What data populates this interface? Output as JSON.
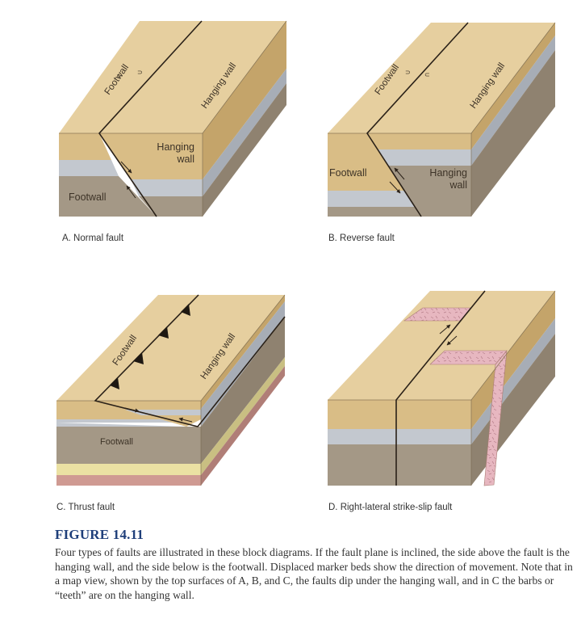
{
  "figure": {
    "title": "FIGURE 14.11",
    "caption": "Four types of faults are illustrated in these block diagrams. If the fault plane is inclined, the side above the fault is the hanging wall, and the side below is the footwall. Displaced marker beds show the direction of movement. Note that in a map view, shown by the top surfaces of A, B, and C, the faults dip under the hanging wall, and in C the barbs or “teeth” are on the hanging wall."
  },
  "panels": [
    {
      "id": "A",
      "caption": "A. Normal fault",
      "labels": {
        "top_left": "Footwall",
        "top_right": "Hanging wall",
        "front_right_1": "Hanging",
        "front_right_2": "wall",
        "front_left": "Footwall"
      }
    },
    {
      "id": "B",
      "caption": "B. Reverse fault",
      "labels": {
        "top_left": "Footwall",
        "top_right": "Hanging wall",
        "front_left": "Footwall",
        "front_right_1": "Hanging",
        "front_right_2": "wall"
      }
    },
    {
      "id": "C",
      "caption": "C. Thrust fault",
      "labels": {
        "top_left": "Footwall",
        "top_right": "Hanging wall",
        "front": "Footwall"
      }
    },
    {
      "id": "D",
      "caption": "D. Right-lateral strike-slip fault",
      "labels": {}
    }
  ],
  "colors": {
    "tan_top": "#e6cf9f",
    "tan_front": "#d9bd86",
    "tan_side": "#c4a46a",
    "gray_front": "#c3c8cf",
    "gray_side": "#a7adb6",
    "brown_front": "#a49886",
    "brown_side": "#8f8270",
    "yellow_front": "#ebe1a3",
    "yellow_side": "#c9bf82",
    "pink_front": "#cf9a92",
    "pink_side": "#b07e77",
    "dike": "#e7b7c0",
    "fault_line": "#2a2118",
    "title_blue": "#1f3f7a"
  }
}
